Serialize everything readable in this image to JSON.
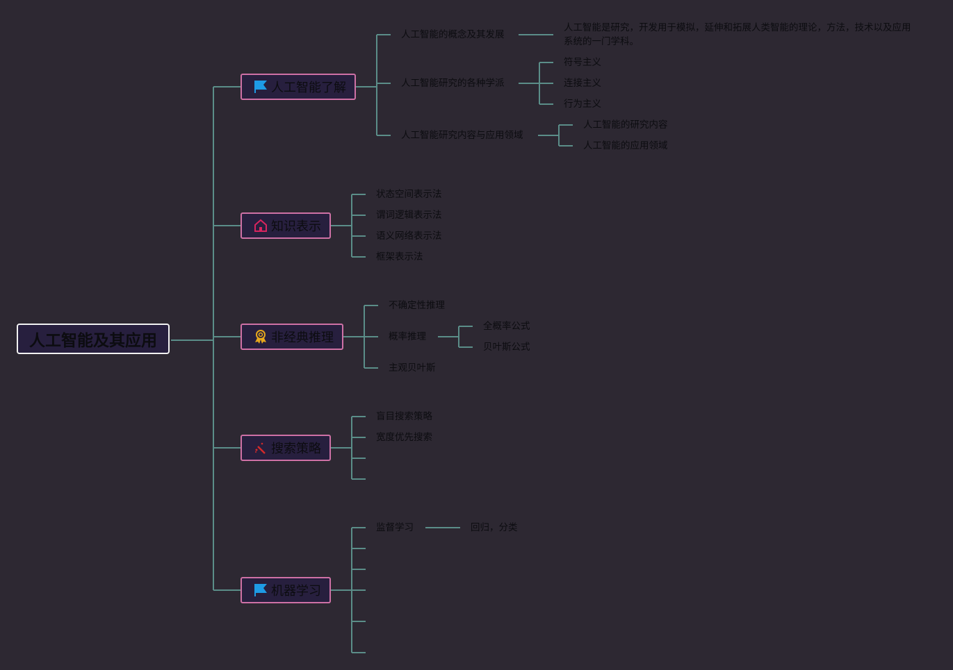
{
  "root": {
    "label": "人工智能及其应用"
  },
  "branches": [
    {
      "label": "人工智能了解",
      "icon": "flag-icon",
      "icon_color": "#1e9be6",
      "children": [
        {
          "label": "人工智能的概念及其发展",
          "children": [
            {
              "label": "人工智能是研究，开发用于模拟，延伸和拓展人类智能的理论，方法，技术以及应用系统的一门学科。"
            }
          ]
        },
        {
          "label": "人工智能研究的各种学派",
          "children": [
            {
              "label": "符号主义"
            },
            {
              "label": "连接主义"
            },
            {
              "label": "行为主义"
            }
          ]
        },
        {
          "label": "人工智能研究内容与应用领域",
          "children": [
            {
              "label": "人工智能的研究内容"
            },
            {
              "label": "人工智能的应用领域"
            }
          ]
        }
      ]
    },
    {
      "label": "知识表示",
      "icon": "home-icon",
      "icon_color": "#d8245e",
      "children": [
        {
          "label": "状态空间表示法"
        },
        {
          "label": "谓词逻辑表示法"
        },
        {
          "label": "语义网络表示法"
        },
        {
          "label": "框架表示法"
        }
      ]
    },
    {
      "label": "非经典推理",
      "icon": "award-ribbon-icon",
      "icon_color": "#e8a81c",
      "children": [
        {
          "label": "不确定性推理"
        },
        {
          "label": "概率推理",
          "children": [
            {
              "label": "全概率公式"
            },
            {
              "label": "贝叶斯公式"
            }
          ]
        },
        {
          "label": "主观贝叶斯"
        }
      ]
    },
    {
      "label": "搜索策略",
      "icon": "magic-wand-icon",
      "icon_color": "#d42a2a",
      "children": [
        {
          "label": "盲目搜索策略"
        },
        {
          "label": "宽度优先搜索"
        },
        {
          "label": ""
        },
        {
          "label": ""
        }
      ]
    },
    {
      "label": "机器学习",
      "icon": "flag-icon",
      "icon_color": "#1e9be6",
      "children": [
        {
          "label": "监督学习",
          "children": [
            {
              "label": "回归，分类"
            }
          ]
        },
        {
          "label": ""
        },
        {
          "label": ""
        },
        {
          "label": ""
        },
        {
          "label": ""
        },
        {
          "label": ""
        }
      ]
    }
  ],
  "colors": {
    "background": "#2d2832",
    "connector": "#5b8e89",
    "topic_border": "#cf71a6",
    "topic_fill": "#271f3e",
    "root_border": "#f2f2f2"
  }
}
